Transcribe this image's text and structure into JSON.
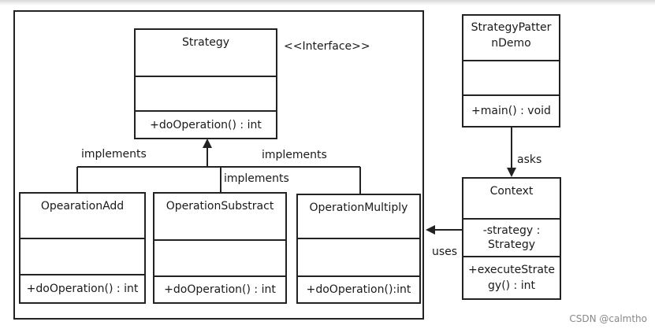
{
  "diagram": {
    "interface_stereotype": "<<Interface>>",
    "strategy": {
      "name": "Strategy",
      "operation": "+doOperation()  : int"
    },
    "operation_add": {
      "name": "OpearationAdd",
      "operation": "+doOperation()  : int"
    },
    "operation_substract": {
      "name": "OperationSubstract",
      "operation": "+doOperation()  : int"
    },
    "operation_multiply": {
      "name": "OperationMultiply",
      "operation": "+doOperation():int"
    },
    "demo": {
      "name_line1": "StrategyPatter",
      "name_line2": "nDemo",
      "operation": "+main() : void"
    },
    "context": {
      "name": "Context",
      "attr_line1": "-strategy :",
      "attr_line2": "Strategy",
      "op_line1": "+executeStrate",
      "op_line2": "gy() : int"
    },
    "relations": {
      "implements_left": "implements",
      "implements_middle": "implements",
      "implements_right": "implements",
      "asks": "asks",
      "uses": "uses"
    }
  },
  "watermark": "CSDN @calmtho"
}
